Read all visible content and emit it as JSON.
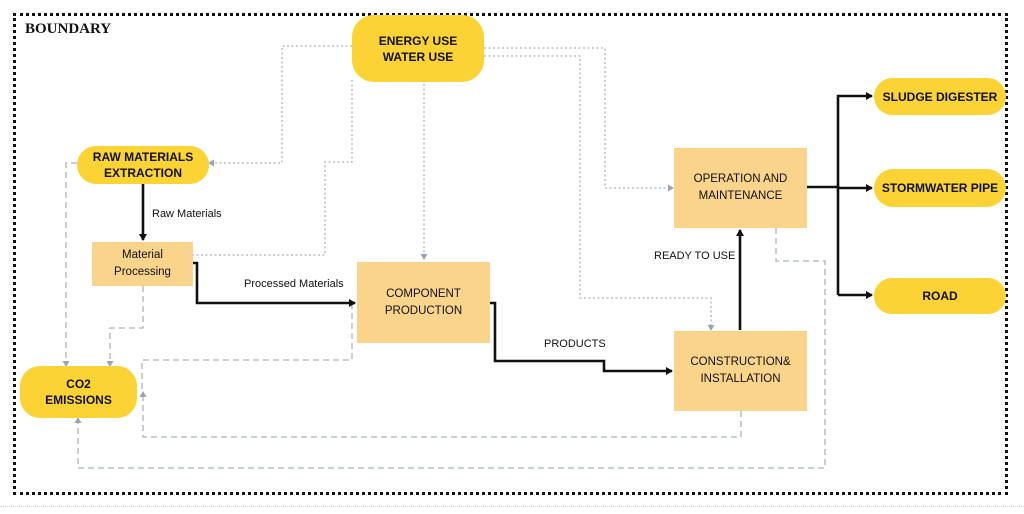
{
  "boundary_label": "BOUNDARY",
  "nodes": {
    "energy": "ENERGY USE\nWATER USE",
    "raw": "RAW MATERIALS\nEXTRACTION",
    "material": "Material\nProcessing",
    "co2": "CO2\nEMISSIONS",
    "component": "COMPONENT\nPRODUCTION",
    "operation": "OPERATION AND\nMAINTENANCE",
    "construction": "CONSTRUCTION&\nINSTALLATION",
    "sludge": "SLUDGE DIGESTER",
    "storm": "STORMWATER PIPE",
    "road": "ROAD"
  },
  "edge_labels": {
    "raw_materials": "Raw Materials",
    "processed": "Processed Materials",
    "products": "PRODUCTS",
    "ready": "READY TO USE"
  },
  "colors": {
    "pill": "#fcd334",
    "box": "#f9d48a",
    "solid": "#111111",
    "dashed": "#aab4bf",
    "dotted": "#aab4bf"
  }
}
